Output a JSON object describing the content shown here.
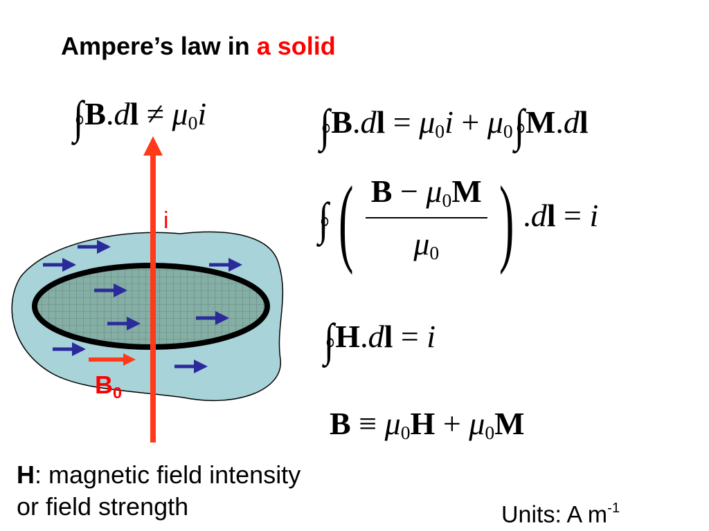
{
  "title": {
    "prefix": "Ampere’s law in ",
    "highlight": "a solid"
  },
  "labels": {
    "current": "i",
    "field": "B",
    "field_sub": "0"
  },
  "definition": {
    "symbol": "H",
    "line1": ": magnetic field intensity",
    "line2": "or field strength"
  },
  "units": {
    "text": "Units: A m",
    "exponent": "-1"
  },
  "colors": {
    "red": "#ff0000",
    "arrow_blue": "#2b2a9b",
    "solid_fill": "#a8d3d8",
    "inner_fill": "#7fa79c"
  }
}
